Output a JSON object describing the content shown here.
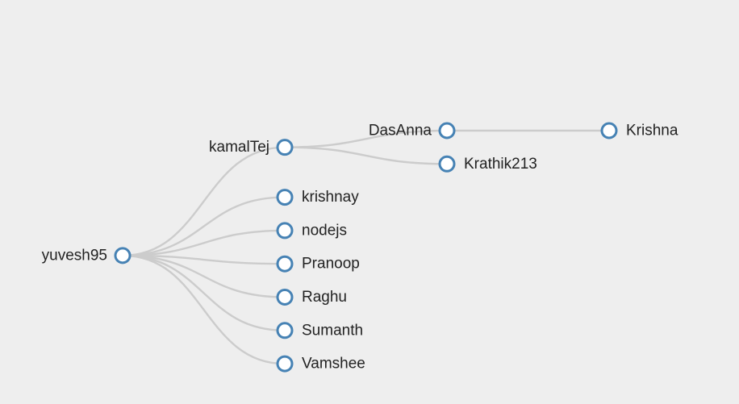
{
  "theme": {
    "background": "#eeeeee",
    "link_color": "#cccccc",
    "node_stroke": "#4682b4",
    "node_fill": "#ffffff",
    "label_color": "#222222"
  },
  "tree": {
    "name": "yuvesh95",
    "children": [
      {
        "name": "kamalTej",
        "children": [
          {
            "name": "DasAnna",
            "children": [
              {
                "name": "Krishna"
              }
            ]
          },
          {
            "name": "Krathik213"
          }
        ]
      },
      {
        "name": "krishnay"
      },
      {
        "name": "nodejs"
      },
      {
        "name": "Pranoop"
      },
      {
        "name": "Raghu"
      },
      {
        "name": "Sumanth"
      },
      {
        "name": "Vamshee"
      }
    ]
  }
}
